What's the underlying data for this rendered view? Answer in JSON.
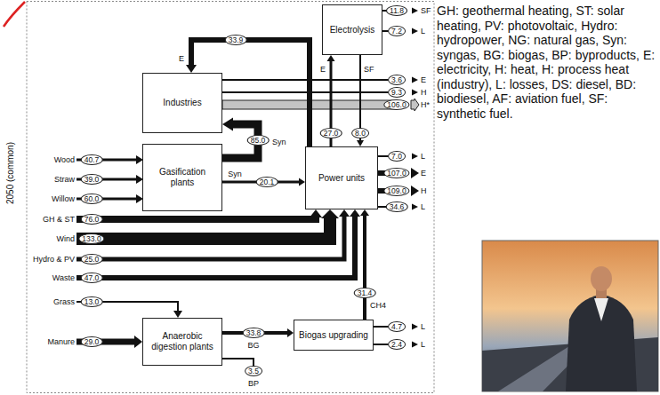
{
  "diagram": {
    "nodes": [
      {
        "text": [
          "Electrolysis"
        ]
      },
      {
        "text": [
          "Industries"
        ]
      },
      {
        "text": [
          "Gasification plants"
        ]
      },
      {
        "text": [
          "Power units"
        ]
      },
      {
        "text": [
          "Anaerobic digestion plants"
        ]
      },
      {
        "text": [
          "Biogas upgrading"
        ]
      }
    ],
    "edges": [
      {
        "from": 3,
        "to": 1,
        "arrow": "to",
        "label": "33.9"
      },
      {
        "from": 2,
        "to": 1,
        "arrow": "to",
        "label": "85.0"
      },
      {
        "from": 2,
        "to": 3,
        "arrow": "to",
        "label": "20.1"
      },
      {
        "from": 3,
        "to": 0,
        "arrow": "to",
        "label": "27.0"
      },
      {
        "from": 0,
        "to": 3,
        "arrow": "to",
        "label": "8.0"
      },
      {
        "from": 4,
        "to": 5,
        "arrow": "to",
        "label": "33.8"
      },
      {
        "from": 5,
        "to": 3,
        "arrow": "to",
        "label": "31.4"
      }
    ],
    "labels": [
      "2050 (common)",
      "Wood",
      "40.7",
      "Straw",
      "39.0",
      "Willow",
      "60.0",
      "GH & ST",
      "76.0",
      "Wind",
      "133.0",
      "Hydro & PV",
      "25.0",
      "Waste",
      "47.0",
      "Grass",
      "13.0",
      "Manure",
      "29.0",
      "E",
      "Syn",
      "Syn",
      "E",
      "SF",
      "11.8",
      "SF",
      "7.2",
      "L",
      "3.6",
      "E",
      "9.3",
      "H",
      "106.0",
      "H*",
      "7.0",
      "L",
      "107.0",
      "E",
      "109.0",
      "H",
      "34.6",
      "L",
      "CH4",
      "BG",
      "3.5",
      "BP",
      "4.7",
      "L",
      "2.4",
      "L",
      "GH: geothermal heating, ST: solar heating, PV: photovoltaic, Hydro: hydropower, NG: natural gas, Syn: syngas, BG: biogas, BP: byproducts, E: electricity, H: heat, H: process heat (industry), L: losses, DS: diesel, BD: biodiesel, AF: aviation fuel, SF: synthetic fuel."
    ]
  }
}
